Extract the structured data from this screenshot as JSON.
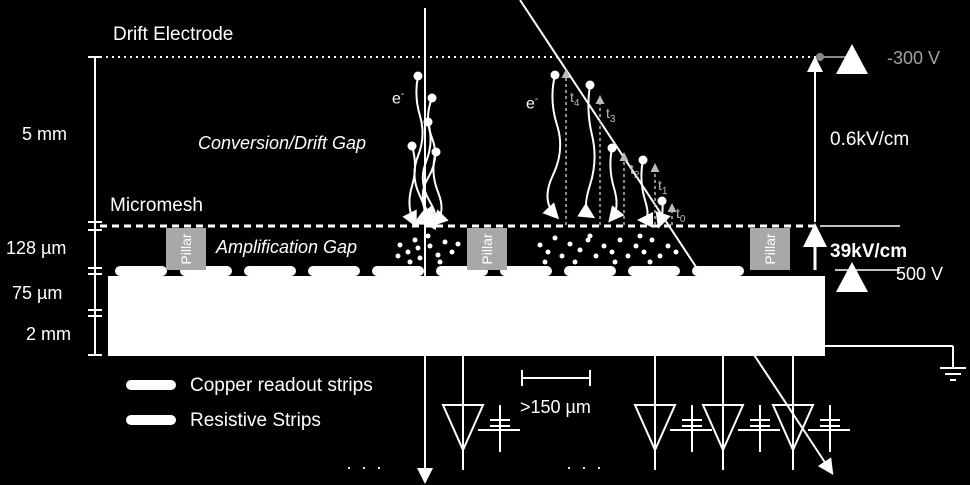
{
  "labels": {
    "drift_electrode": "Drift Electrode",
    "micromesh": "Micromesh",
    "conversion_gap": "Conversion/Drift Gap",
    "amplification_gap": "Amplification Gap",
    "pillar": "Pillar",
    "electron": "e",
    "electron_sup": "-"
  },
  "dimensions": {
    "drift": "5 mm",
    "amplification": "128 µm",
    "resistive": "75 µm",
    "substrate": "2 mm",
    "strip_pitch": ">150 µm"
  },
  "fields": {
    "drift_field": "0.6kV/cm",
    "amp_field": "39kV/cm",
    "drift_voltage": "-300 V",
    "mesh_voltage": "500 V"
  },
  "times": [
    {
      "base": "t",
      "sub": "4"
    },
    {
      "base": "t",
      "sub": "3"
    },
    {
      "base": "t",
      "sub": "2"
    },
    {
      "base": "t",
      "sub": "1"
    },
    {
      "base": "t",
      "sub": "0"
    }
  ],
  "legend": {
    "copper": "Copper readout strips",
    "resistive": "Resistive Strips"
  },
  "ellipsis": "· · ·",
  "colors": {
    "background": "#000000",
    "foreground": "#ffffff",
    "pillar": "#a8a8a8",
    "voltage_label": "#a0a0a0"
  }
}
